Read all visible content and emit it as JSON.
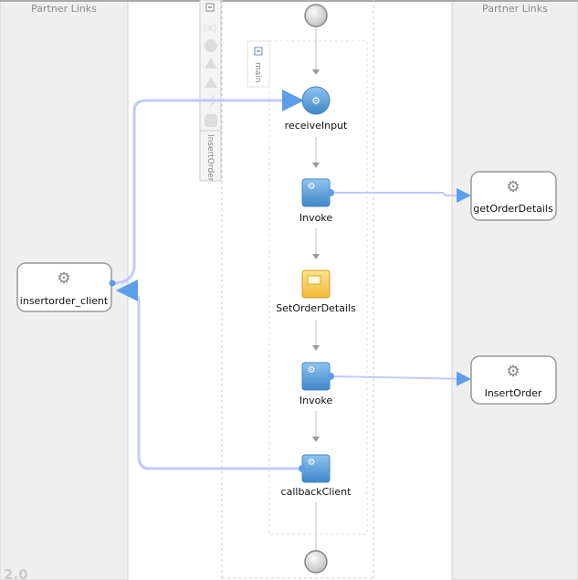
{
  "swimlanes": {
    "left_title": "Partner Links",
    "right_title": "Partner Links",
    "version": "2.0"
  },
  "process": {
    "scope_label": "InsertOrder",
    "sequence_label": "main"
  },
  "activities": [
    {
      "id": "receive",
      "label": "receiveInput",
      "type": "receive"
    },
    {
      "id": "invoke1",
      "label": "Invoke",
      "type": "invoke"
    },
    {
      "id": "assign",
      "label": "SetOrderDetails",
      "type": "assign"
    },
    {
      "id": "invoke2",
      "label": "Invoke",
      "type": "invoke"
    },
    {
      "id": "callback",
      "label": "callbackClient",
      "type": "invoke"
    }
  ],
  "partner_links": [
    {
      "label": "insertorder_client",
      "side": "left"
    },
    {
      "label": "getOrderDetails",
      "side": "right"
    },
    {
      "label": "InsertOrder",
      "side": "right"
    }
  ],
  "toolbar_icons": [
    "collapse-icon",
    "variables-icon",
    "fault-handler-icon",
    "event-handler-icon",
    "compensation-icon",
    "correlation-icon",
    "termination-icon"
  ],
  "colors": {
    "lane_bg": "#efefef",
    "wire": "#c4c8ff",
    "activity_blue": "#5b9bd5",
    "assign_yellow": "#f7c94b"
  }
}
